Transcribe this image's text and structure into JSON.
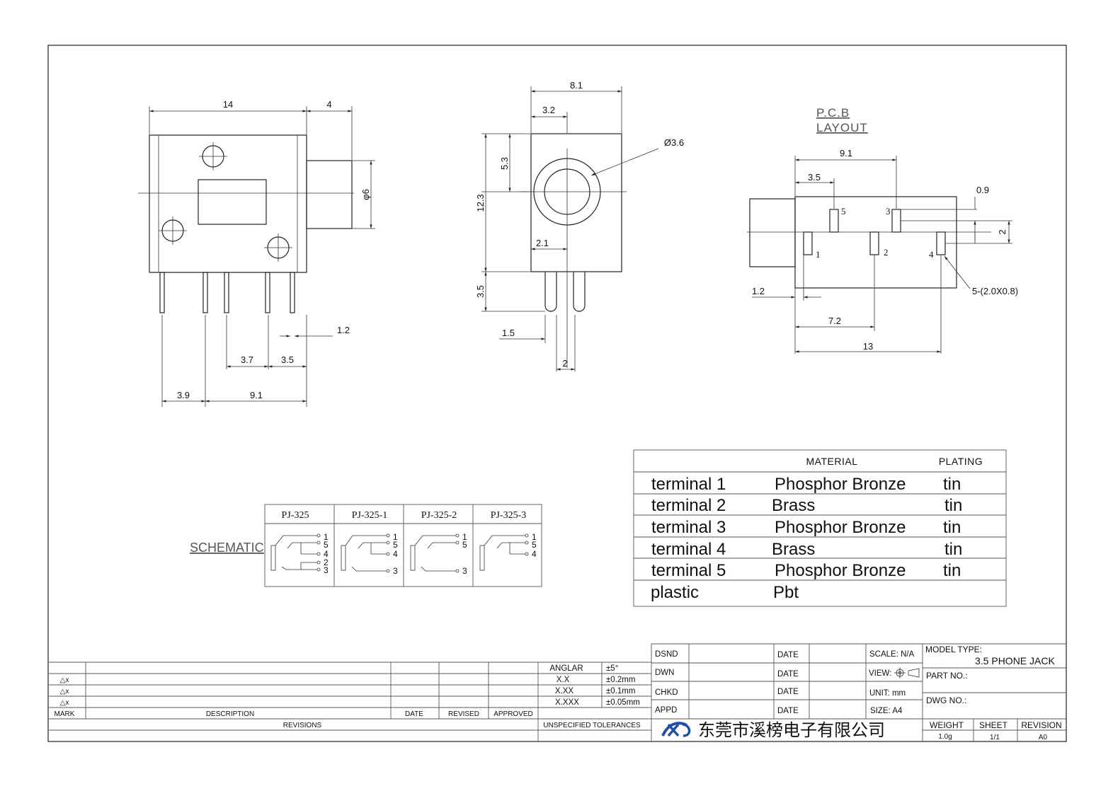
{
  "front_view": {
    "dims": {
      "width": "14",
      "nose": "4",
      "nose_dia": "φ6",
      "pin_w": "1.2",
      "pitch_a": "3.7",
      "pitch_b": "3.5",
      "bottom_a": "3.9",
      "bottom_b": "9.1"
    }
  },
  "side_view": {
    "dims": {
      "width": "8.1",
      "offset": "3.2",
      "hole": "Ø3.6",
      "height": "12.3",
      "upper": "5.3",
      "pin_len": "3.5",
      "pin_off": "2.1",
      "pin_w": "1.5",
      "pin_gap": "2"
    }
  },
  "pcb_layout": {
    "title_line1": "P.C.B",
    "title_line2": "LAYOUT",
    "dims": {
      "span": "9.1",
      "first": "3.5",
      "top_gap": "0.9",
      "row_gap": "2",
      "edge": "1.2",
      "mid": "7.2",
      "total": "13",
      "pads": "5-(2.0X0.8)"
    },
    "pad_labels": {
      "p1": "1",
      "p2": "2",
      "p3": "3",
      "p4": "4",
      "p5": "5"
    }
  },
  "material_table": {
    "headers": {
      "material": "MATERIAL",
      "plating": "PLATING"
    },
    "rows": [
      {
        "part": "terminal 1",
        "material": "Phosphor Bronze",
        "plating": "tin"
      },
      {
        "part": "terminal 2",
        "material": "Brass",
        "plating": "tin"
      },
      {
        "part": "terminal 3",
        "material": "Phosphor Bronze",
        "plating": "tin"
      },
      {
        "part": "terminal 4",
        "material": "Brass",
        "plating": "tin"
      },
      {
        "part": "terminal 5",
        "material": "Phosphor Bronze",
        "plating": "tin"
      },
      {
        "part": "plastic",
        "material": "Pbt",
        "plating": ""
      }
    ]
  },
  "schematic": {
    "label": "SCHEMATIC",
    "variants": [
      {
        "name": "PJ-325",
        "pins": [
          "1",
          "5",
          "4",
          "2",
          "3"
        ]
      },
      {
        "name": "PJ-325-1",
        "pins": [
          "1",
          "5",
          "4",
          "3"
        ]
      },
      {
        "name": "PJ-325-2",
        "pins": [
          "1",
          "5",
          "3"
        ]
      },
      {
        "name": "PJ-325-3",
        "pins": [
          "1",
          "5",
          "4"
        ]
      }
    ]
  },
  "revisions": {
    "rows": [
      "△x",
      "△x",
      "△x"
    ],
    "headers": {
      "mark": "MARK",
      "description": "DESCRIPTION",
      "date": "DATE",
      "revised": "REVISED",
      "approved": "APPROVED"
    },
    "footer": "REVISIONS"
  },
  "tolerances": {
    "rows": [
      {
        "label": "ANGLAR",
        "value": "±5°"
      },
      {
        "label": "X.X",
        "value": "±0.2mm"
      },
      {
        "label": "X.XX",
        "value": "±0.1mm"
      },
      {
        "label": "X.XXX",
        "value": "±0.05mm"
      }
    ],
    "footer": "UNSPECIFIED TOLERANCES"
  },
  "title_block": {
    "roles": [
      "DSND",
      "DWN",
      "CHKD",
      "APPD"
    ],
    "date_label": "DATE",
    "scale": "SCALE: N/A",
    "view": "VIEW:",
    "unit": "UNIT: mm",
    "size": "SIZE: A4",
    "model_type_label": "MODEL TYPE:",
    "model_type": "3.5 PHONE JACK",
    "part_no_label": "PART NO.:",
    "dwg_no_label": "DWG NO.:",
    "weight_label": "WEIGHT",
    "weight": "1.0g",
    "sheet_label": "SHEET",
    "sheet": "1/1",
    "revision_label": "REVISION",
    "revision": "A0",
    "company": "东莞市溪榜电子有限公司"
  }
}
